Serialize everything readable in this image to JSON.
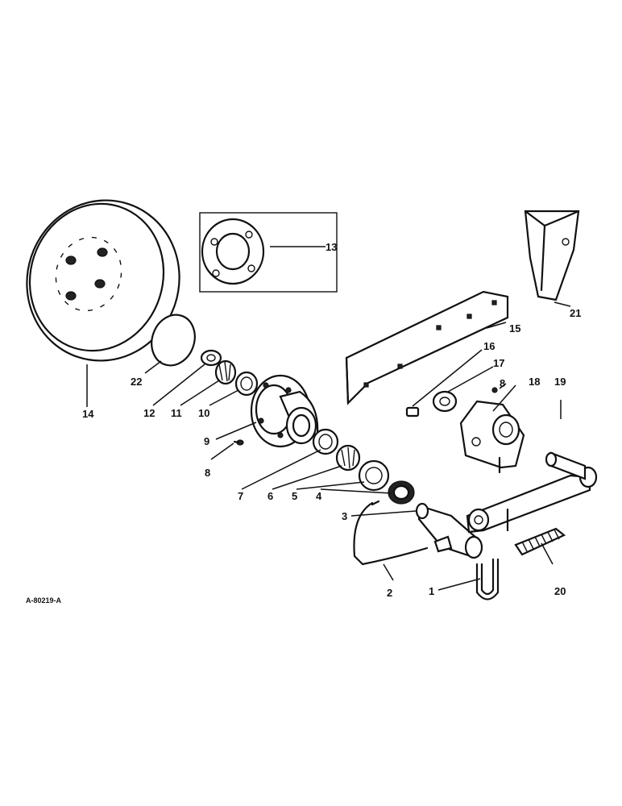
{
  "figure": {
    "reference_code": "A-80219-A"
  },
  "callouts": [
    {
      "id": "c1",
      "label": "1"
    },
    {
      "id": "c2",
      "label": "2"
    },
    {
      "id": "c3",
      "label": "3"
    },
    {
      "id": "c4",
      "label": "4"
    },
    {
      "id": "c5",
      "label": "5"
    },
    {
      "id": "c6",
      "label": "6"
    },
    {
      "id": "c7",
      "label": "7"
    },
    {
      "id": "c8a",
      "label": "8"
    },
    {
      "id": "c8b",
      "label": "8"
    },
    {
      "id": "c9",
      "label": "9"
    },
    {
      "id": "c10",
      "label": "10"
    },
    {
      "id": "c11",
      "label": "11"
    },
    {
      "id": "c12",
      "label": "12"
    },
    {
      "id": "c13",
      "label": "13"
    },
    {
      "id": "c14",
      "label": "14"
    },
    {
      "id": "c15",
      "label": "15"
    },
    {
      "id": "c16",
      "label": "16"
    },
    {
      "id": "c17",
      "label": "17"
    },
    {
      "id": "c18",
      "label": "18"
    },
    {
      "id": "c19",
      "label": "19"
    },
    {
      "id": "c20",
      "label": "20"
    },
    {
      "id": "c21",
      "label": "21"
    },
    {
      "id": "c22",
      "label": "22"
    }
  ]
}
